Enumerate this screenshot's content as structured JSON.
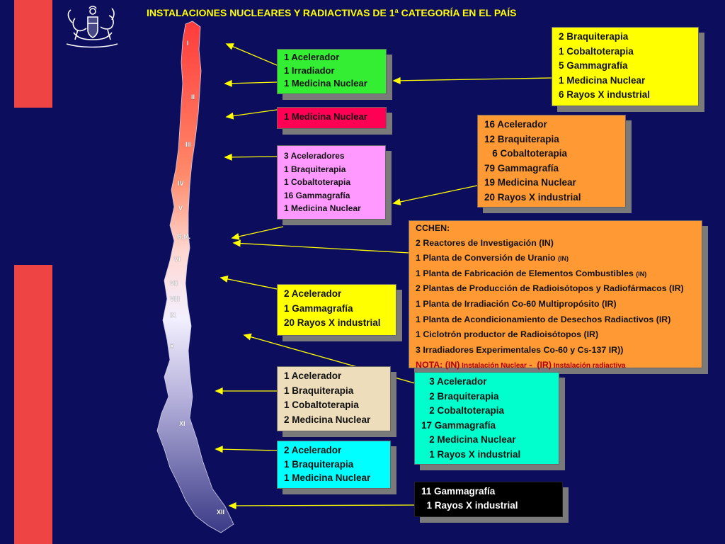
{
  "title": "INSTALACIONES NUCLEARES Y RADIACTIVAS DE 1ª CATEGORÍA EN EL PAÍS",
  "colors": {
    "background": "#0d0d5e",
    "side_bar": "#ee4444",
    "title": "#ffff00",
    "arrow": "#ffff00",
    "green": "#33ee33",
    "yellow": "#ffff00",
    "red": "#ff0055",
    "pink": "#ff99ff",
    "orange": "#ff9933",
    "beige": "#eeddbb",
    "cyan": "#00ffff",
    "mint": "#00ffcc",
    "black": "#000000"
  },
  "regions": [
    "I",
    "II",
    "III",
    "IV",
    "V",
    "R.M.",
    "VI",
    "VII",
    "VIII",
    "IX",
    "X",
    "XI",
    "XII"
  ],
  "boxes": {
    "green": [
      "1 Acelerador",
      "1 Irradiador",
      "1 Medicina Nuclear"
    ],
    "yellow_top": [
      "2 Braquiterapia",
      "1 Cobaltoterapia",
      "5 Gammagrafía",
      "1 Medicina Nuclear",
      "6 Rayos X industrial"
    ],
    "red": [
      "1 Medicina Nuclear"
    ],
    "pink": [
      "3 Aceleradores",
      "1 Braquiterapia",
      "1 Cobaltoterapia",
      "16 Gammagrafía",
      "1 Medicina Nuclear"
    ],
    "orange_rm": [
      "16 Acelerador",
      "12 Braquiterapia",
      "   6 Cobaltoterapia",
      "79 Gammagrafía",
      "19 Medicina Nuclear",
      "20 Rayos X industrial"
    ],
    "cchen": {
      "heading": "CCHEN:",
      "lines": [
        {
          "text": "2 Reactores de Investigación (IN)",
          "tag": ""
        },
        {
          "text": "1 Planta de Conversión de Uranio ",
          "tag": "(IN)"
        },
        {
          "text": "1 Planta de Fabricación de Elementos Combustibles ",
          "tag": "(IN)"
        },
        {
          "text": "2 Plantas de Producción de Radioisótopos y Radiofármacos (IR)",
          "tag": ""
        },
        {
          "text": "1 Planta de Irradiación Co-60 Multipropósito (IR)",
          "tag": ""
        },
        {
          "text": "1 Planta de Acondicionamiento de Desechos Radiactivos (IR)",
          "tag": ""
        },
        {
          "text": "1 Ciclotrón productor de Radioisótopos (IR)",
          "tag": ""
        },
        {
          "text": "3 Irradiadores Experimentales Co-60 y Cs-137 IR))",
          "tag": ""
        }
      ],
      "note_label": "NOTA: (IN)",
      "note_in": " Instalación Nuclear",
      "note_sep": " -  (IR)",
      "note_ir": " Instalación radiactiva"
    },
    "yellow_viii": [
      "2 Acelerador",
      "1 Gammagrafía",
      "20 Rayos X industrial"
    ],
    "beige": [
      "1 Acelerador",
      "1 Braquiterapia",
      "1 Cobaltoterapia",
      "2 Medicina Nuclear"
    ],
    "mint": [
      "   3 Acelerador",
      "   2 Braquiterapia",
      "   2 Cobaltoterapia",
      "17 Gammagrafía",
      "   2 Medicina Nuclear",
      "   1 Rayos X industrial"
    ],
    "cyan": [
      "2 Acelerador",
      "1 Braquiterapia",
      "1 Medicina Nuclear"
    ],
    "black": [
      "11 Gammagrafía",
      "  1 Rayos X industrial"
    ]
  }
}
